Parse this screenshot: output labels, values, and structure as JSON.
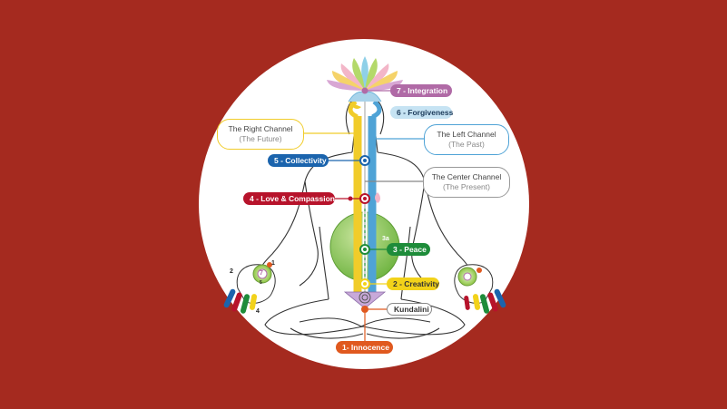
{
  "labels": {
    "integration": "7 - Integration",
    "forgiveness": "6 - Forgiveness",
    "collectivity": "5 - Collectivity",
    "love": "4 - Love & Compassion",
    "peace": "3 - Peace",
    "creativity": "2 - Creativity",
    "kundalini": "Kundalini",
    "innocence": "1- Innocence",
    "void": "3a"
  },
  "channels": {
    "right_title": "The Right Channel",
    "right_sub": "(The Future)",
    "left_title": "The Left Channel",
    "left_sub": "(The Past)",
    "center_title": "The Center Channel",
    "center_sub": "(The Present)"
  },
  "hand_numbers": {
    "left_2": "2",
    "left_1": "1",
    "left_4": "4",
    "left_palm": "7",
    "left_5": "5"
  },
  "colors": {
    "background": "#a52a1f",
    "integration": "#b06aa6",
    "forgiveness": "#a9d3ea",
    "collectivity": "#1b64ad",
    "love": "#b7132b",
    "peace": "#1e8c3a",
    "creativity": "#f2d21a",
    "innocence": "#e0591f",
    "right_channel": "#f1cc2a",
    "left_channel": "#4fa3d6",
    "void_green": "#8ec641"
  }
}
